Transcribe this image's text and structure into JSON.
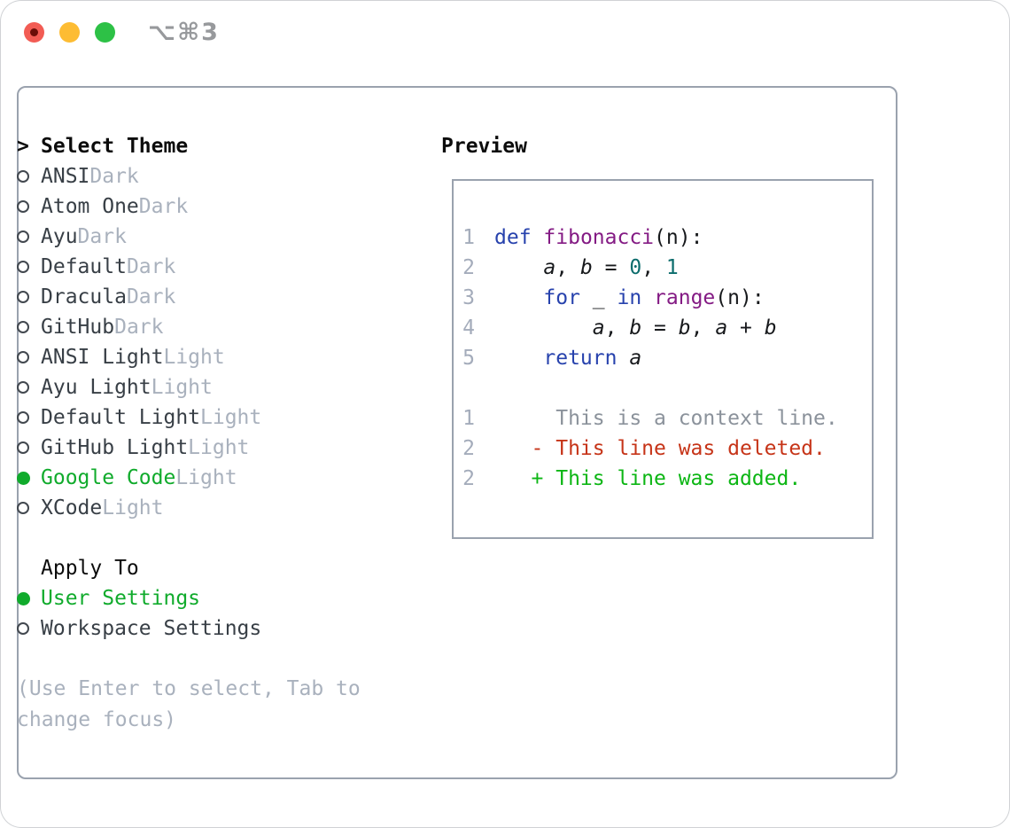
{
  "titlebar": {
    "shortcut": "⌥⌘3",
    "traffic_lights": [
      "close",
      "minimize",
      "zoom"
    ]
  },
  "theme_panel": {
    "title": "Select Theme",
    "prompt": ">",
    "items": [
      {
        "name": "ANSI",
        "variant": "Dark",
        "selected": false
      },
      {
        "name": "Atom One",
        "variant": "Dark",
        "selected": false
      },
      {
        "name": "Ayu",
        "variant": "Dark",
        "selected": false
      },
      {
        "name": "Default",
        "variant": "Dark",
        "selected": false
      },
      {
        "name": "Dracula",
        "variant": "Dark",
        "selected": false
      },
      {
        "name": "GitHub",
        "variant": "Dark",
        "selected": false
      },
      {
        "name": "ANSI Light",
        "variant": "Light",
        "selected": false
      },
      {
        "name": "Ayu Light",
        "variant": "Light",
        "selected": false
      },
      {
        "name": "Default Light",
        "variant": "Light",
        "selected": false
      },
      {
        "name": "GitHub Light",
        "variant": "Light",
        "selected": false
      },
      {
        "name": "Google Code",
        "variant": "Light",
        "selected": true
      },
      {
        "name": "XCode",
        "variant": "Light",
        "selected": false
      }
    ],
    "apply_to": {
      "title": "Apply To",
      "options": [
        {
          "name": "User Settings",
          "selected": true
        },
        {
          "name": "Workspace Settings",
          "selected": false
        }
      ]
    },
    "help_text": "(Use Enter to select, Tab to change focus)"
  },
  "preview": {
    "title": "Preview",
    "lines": [
      {
        "num": "1",
        "tokens": [
          {
            "t": "def",
            "c": "keyword"
          },
          {
            "t": " ",
            "c": "plain"
          },
          {
            "t": "fibonacci",
            "c": "function"
          },
          {
            "t": "(",
            "c": "plain"
          },
          {
            "t": "n",
            "c": "plain"
          },
          {
            "t": "):",
            "c": "plain"
          }
        ]
      },
      {
        "num": "2",
        "tokens": [
          {
            "t": "    ",
            "c": "plain"
          },
          {
            "t": "a",
            "c": "var"
          },
          {
            "t": ", ",
            "c": "plain"
          },
          {
            "t": "b",
            "c": "var"
          },
          {
            "t": " = ",
            "c": "plain"
          },
          {
            "t": "0",
            "c": "number"
          },
          {
            "t": ", ",
            "c": "plain"
          },
          {
            "t": "1",
            "c": "number"
          }
        ]
      },
      {
        "num": "3",
        "tokens": [
          {
            "t": "    ",
            "c": "plain"
          },
          {
            "t": "for",
            "c": "keyword"
          },
          {
            "t": " _ ",
            "c": "plain"
          },
          {
            "t": "in",
            "c": "keyword"
          },
          {
            "t": " ",
            "c": "plain"
          },
          {
            "t": "range",
            "c": "function"
          },
          {
            "t": "(",
            "c": "plain"
          },
          {
            "t": "n",
            "c": "plain"
          },
          {
            "t": "):",
            "c": "plain"
          }
        ]
      },
      {
        "num": "4",
        "tokens": [
          {
            "t": "        ",
            "c": "plain"
          },
          {
            "t": "a",
            "c": "var"
          },
          {
            "t": ", ",
            "c": "plain"
          },
          {
            "t": "b",
            "c": "var"
          },
          {
            "t": " = ",
            "c": "plain"
          },
          {
            "t": "b",
            "c": "var"
          },
          {
            "t": ", ",
            "c": "plain"
          },
          {
            "t": "a",
            "c": "var"
          },
          {
            "t": " + ",
            "c": "plain"
          },
          {
            "t": "b",
            "c": "var"
          }
        ]
      },
      {
        "num": "5",
        "tokens": [
          {
            "t": "    ",
            "c": "plain"
          },
          {
            "t": "return",
            "c": "keyword"
          },
          {
            "t": " ",
            "c": "plain"
          },
          {
            "t": "a",
            "c": "var"
          }
        ]
      },
      {
        "num": "",
        "tokens": []
      },
      {
        "num": "1",
        "tokens": [
          {
            "t": "     This is a context line.",
            "c": "context"
          }
        ]
      },
      {
        "num": "2",
        "tokens": [
          {
            "t": "   - This line was deleted.",
            "c": "deleted"
          }
        ]
      },
      {
        "num": "2",
        "tokens": [
          {
            "t": "   + This line was added.",
            "c": "added"
          }
        ]
      }
    ]
  },
  "colors": {
    "accent_green": "#10ab2c",
    "list_text": "#383f46",
    "muted_gray": "#a9b1bd",
    "panel_border": "#9aa2ae",
    "keyword_blue": "#2742ad",
    "function_purple": "#841b84",
    "number_teal": "#0b6c6c",
    "diff_deleted_red": "#c63418",
    "diff_added_green": "#0cb614",
    "context_gray": "#8b929b",
    "gutter_gray": "#a4acbb",
    "traffic_red": "#f25c54",
    "traffic_yellow": "#fdbc33",
    "traffic_green": "#2dc146"
  }
}
